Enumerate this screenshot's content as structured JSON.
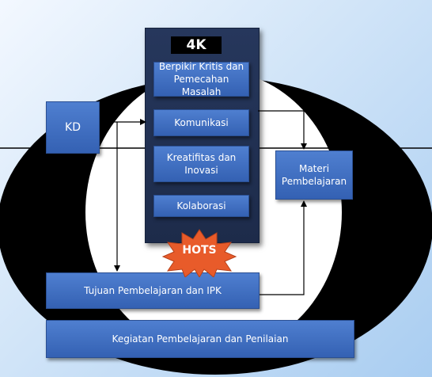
{
  "panel_title": "4K",
  "skills": [
    "Berpikir Kritis dan\nPemecahan Masalah",
    "Komunikasi",
    "Kreatifitas dan\nInovasi",
    "Kolaborasi"
  ],
  "kd": "KD",
  "materi": "Materi\nPembelajaran",
  "hots": "HOTS",
  "tujuan": "Tujuan Pembelajaran dan IPK",
  "kegiatan": "Kegiatan Pembelajaran dan Penilaian",
  "colors": {
    "box": "#3d6bc0",
    "panel": "#1f2e4f",
    "hots": "#e85b2a",
    "background": "#c9dff6"
  }
}
